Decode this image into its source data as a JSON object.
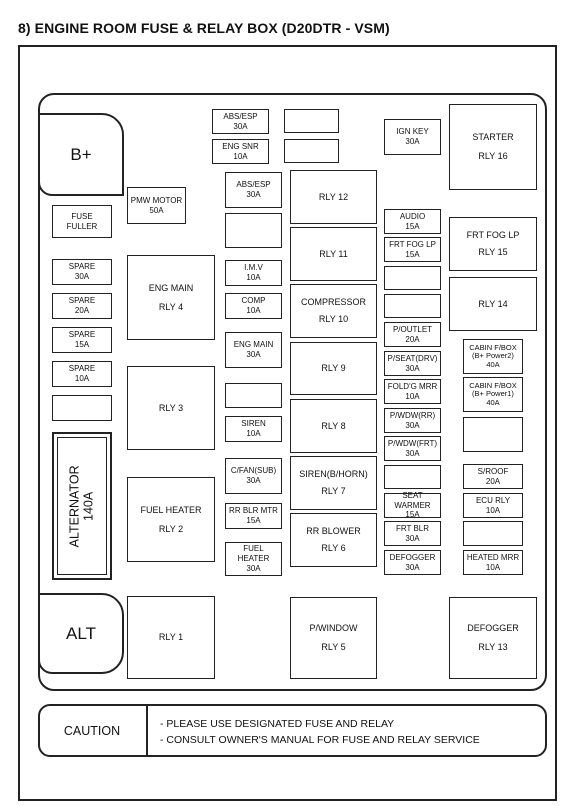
{
  "title": "8) ENGINE ROOM FUSE & RELAY BOX (D20DTR - VSM)",
  "connectors": {
    "b_plus": "B+",
    "alt": "ALT",
    "alternator": "ALTERNATOR\n140A"
  },
  "col_left": {
    "fuse_fuller": "FUSE\nFULLER",
    "spare_30": "SPARE\n30A",
    "spare_20": "SPARE\n20A",
    "spare_15": "SPARE\n15A",
    "spare_10": "SPARE\n10A",
    "blank": ""
  },
  "col_relays_left": {
    "pmw_motor": "PMW MOTOR\n50A",
    "eng_main_rly4": "ENG MAIN\nRLY 4",
    "rly3": "RLY 3",
    "fuel_heater_rly2": "FUEL HEATER\nRLY 2",
    "rly1": "RLY 1"
  },
  "col_mid_fuses": {
    "abs_esp_top": "ABS/ESP\n30A",
    "eng_snr": "ENG SNR\n10A",
    "blank_top1": "",
    "blank_top2": "",
    "abs_esp": "ABS/ESP\n30A",
    "blank_a": "",
    "imv": "I.M.V\n10A",
    "comp": "COMP\n10A",
    "eng_main": "ENG MAIN\n30A",
    "blank_b": "",
    "siren": "SIREN\n10A",
    "cfan_sub": "C/FAN(SUB)\n30A",
    "rr_blr_mtr": "RR BLR MTR\n15A",
    "fuel_heater": "FUEL HEATER\n30A"
  },
  "col_mid_relays": {
    "rly12": "RLY 12",
    "rly11": "RLY 11",
    "compressor_rly10": "COMPRESSOR\nRLY 10",
    "rly9": "RLY 9",
    "rly8": "RLY 8",
    "siren_horn_rly7": "SIREN(B/HORN)\nRLY 7",
    "rr_blower_rly6": "RR BLOWER\nRLY 6",
    "pwindow_rly5": "P/WINDOW\nRLY 5"
  },
  "col_right_fuses": {
    "ign_key": "IGN KEY\n30A",
    "audio": "AUDIO\n15A",
    "frt_fog_lp": "FRT FOG LP\n15A",
    "blank_a": "",
    "blank_b": "",
    "p_outlet": "P/OUTLET\n20A",
    "p_seat_drv": "P/SEAT(DRV)\n30A",
    "foldg_mrr": "FOLD'G MRR\n10A",
    "p_wdw_rr": "P/WDW(RR)\n30A",
    "p_wdw_frt": "P/WDW(FRT)\n30A",
    "blank_c": "",
    "seat_warmer": "SEAT WARMER\n15A",
    "frt_blr": "FRT BLR\n30A",
    "defogger": "DEFOGGER\n30A"
  },
  "col_far_right": {
    "starter_rly16": "STARTER\nRLY 16",
    "frt_fog_lp_rly15": "FRT FOG LP\nRLY 15",
    "rly14": "RLY 14",
    "cabin_fbox_2": "CABIN F/BOX\n(B+ Power2)\n40A",
    "cabin_fbox_1": "CABIN F/BOX\n(B+ Power1)\n40A",
    "blank_a": "",
    "s_roof": "S/ROOF\n20A",
    "ecu_rly": "ECU RLY\n10A",
    "blank_b": "",
    "heated_mrr": "HEATED MRR\n10A",
    "defogger_rly13": "DEFOGGER\nRLY 13"
  },
  "caution": {
    "label": "CAUTION",
    "line1": "- PLEASE USE DESIGNATED FUSE AND RELAY",
    "line2": "- CONSULT OWNER'S MANUAL FOR FUSE AND RELAY SERVICE"
  }
}
